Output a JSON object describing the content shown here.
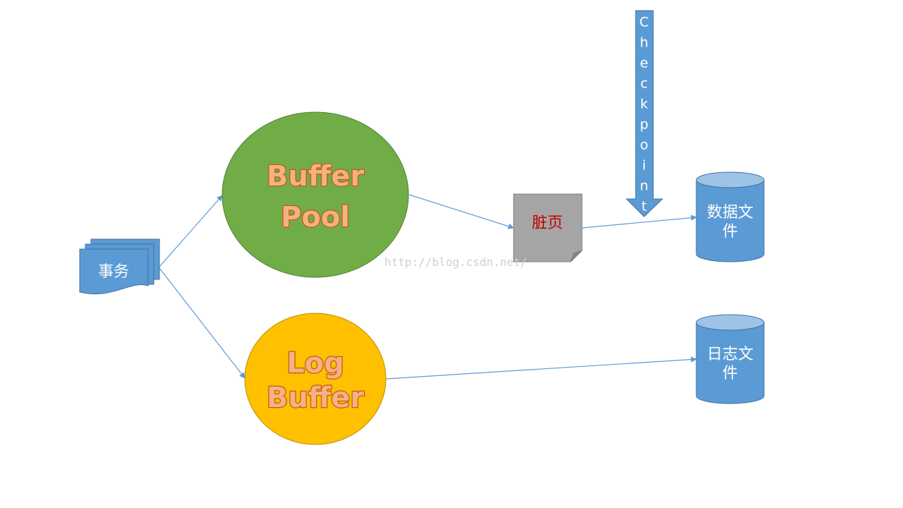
{
  "nodes": {
    "transaction": {
      "label": "事务"
    },
    "buffer_pool": {
      "line1": "Buffer",
      "line2": "Pool"
    },
    "log_buffer": {
      "line1": "Log",
      "line2": "Buffer"
    },
    "dirty_page": {
      "label": "脏页"
    },
    "data_file": {
      "line1": "数据文",
      "line2": "件"
    },
    "log_file": {
      "line1": "日志文",
      "line2": "件"
    }
  },
  "checkpoint": {
    "letters": [
      "C",
      "h",
      "e",
      "c",
      "k",
      "p",
      "o",
      "i",
      "n",
      "t"
    ]
  },
  "watermark": "http://blog.csdn.net/",
  "colors": {
    "blue": "#5B9BD5",
    "blue_dark": "#41719C",
    "cylinder_top": "#9DC3E6",
    "green": "#70AD47",
    "green_dark": "#507E32",
    "yellow": "#FFC000",
    "yellow_dark": "#BC8C00",
    "gray": "#A5A5A5",
    "gray_dark": "#7F7F7F",
    "orange_text": "#F4B183",
    "orange_stroke": "#C55A11",
    "red_text": "#C00000",
    "arrow": "#5B9BD5",
    "white": "#FFFFFF"
  }
}
